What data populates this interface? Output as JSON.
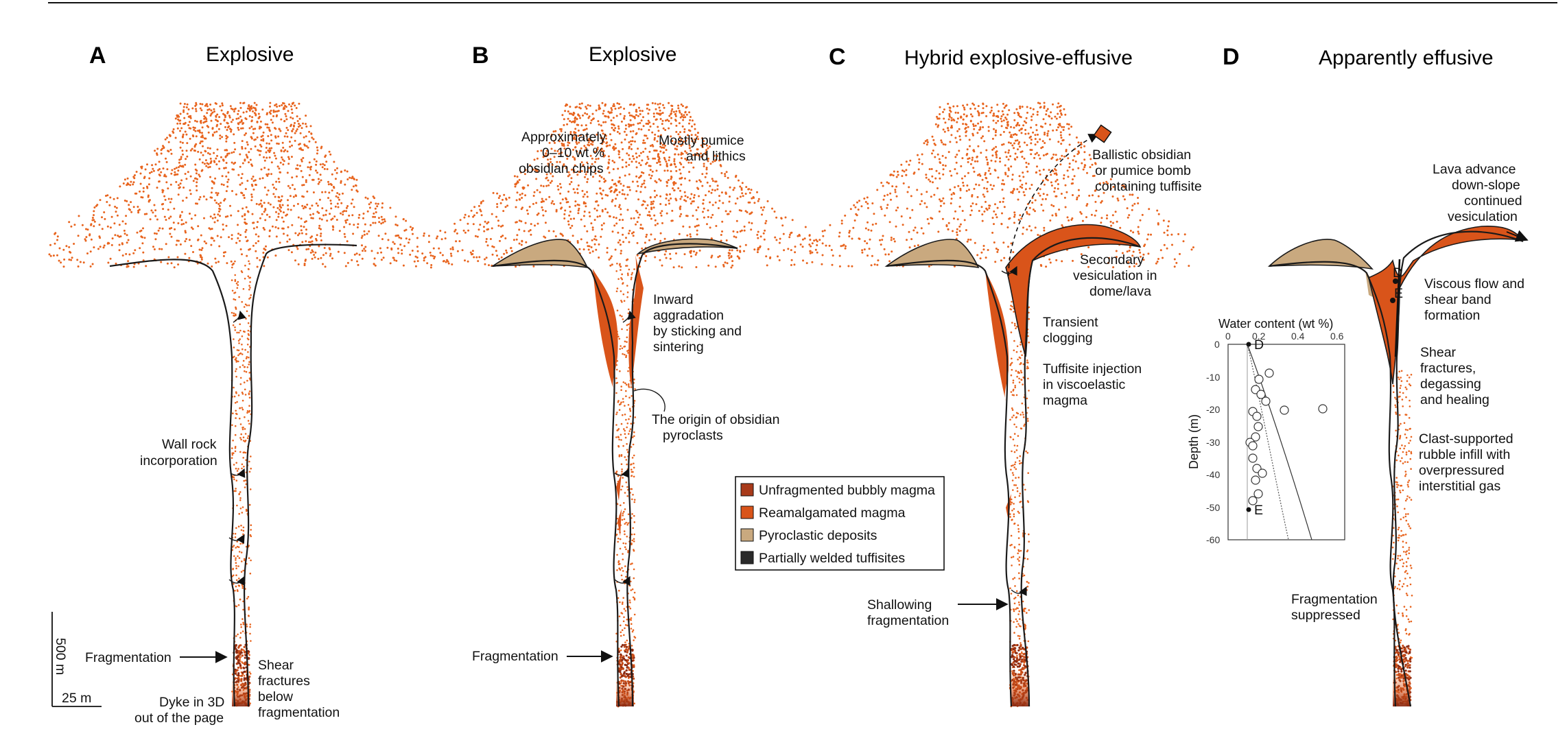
{
  "panels": [
    {
      "letter": "A",
      "title": "Explosive"
    },
    {
      "letter": "B",
      "title": "Explosive"
    },
    {
      "letter": "C",
      "title": "Hybrid explosive-effusive"
    },
    {
      "letter": "D",
      "title": "Apparently effusive"
    }
  ],
  "labels": {
    "a_wall1": "Wall rock",
    "a_wall2": "incorporation",
    "a_frag": "Fragmentation",
    "a_shear1": "Shear",
    "a_shear2": "fractures",
    "a_shear3": "below",
    "a_shear4": "fragmentation",
    "a_dyke1": "Dyke in 3D",
    "a_dyke2": "out of the page",
    "scale_v": "500 m",
    "scale_h": "25 m",
    "b_approx1": "Approximately",
    "b_approx2": "0–10 wt %",
    "b_approx3": "obsidian chips",
    "b_pumice1": "Mostly pumice",
    "b_pumice2": "and lithics",
    "b_inward1": "Inward",
    "b_inward2": "aggradation",
    "b_inward3": "by sticking and",
    "b_inward4": "sintering",
    "b_origin1": "The origin of obsidian",
    "b_origin2": "pyroclasts",
    "b_frag": "Fragmentation",
    "c_ball1": "Ballistic obsidian",
    "c_ball2": "or pumice bomb",
    "c_ball3": "containing tuffisite",
    "c_sec1": "Secondary",
    "c_sec2": "vesiculation in",
    "c_sec3": "dome/lava",
    "c_trans1": "Transient",
    "c_trans2": "clogging",
    "c_tuff1": "Tuffisite injection",
    "c_tuff2": "in viscoelastic",
    "c_tuff3": "magma",
    "c_shal1": "Shallowing",
    "c_shal2": "fragmentation",
    "d_lava1": "Lava advance",
    "d_lava2": "down-slope",
    "d_lava3": "continued",
    "d_lava4": "vesiculation",
    "d_visc1": "Viscous flow and",
    "d_visc2": "shear band",
    "d_visc3": "formation",
    "d_shear1": "Shear",
    "d_shear2": "fractures,",
    "d_shear3": "degassing",
    "d_shear4": "and healing",
    "d_clast1": "Clast-supported",
    "d_clast2": "rubble infill with",
    "d_clast3": "overpressured",
    "d_clast4": "interstitial gas",
    "d_frag1": "Fragmentation",
    "d_frag2": "suppressed",
    "d_D": "D",
    "d_E": "E"
  },
  "legend": [
    {
      "label": "Unfragmented bubbly magma",
      "color": "#a83a1a"
    },
    {
      "label": "Reamalgamated magma",
      "color": "#d9541a"
    },
    {
      "label": "Pyroclastic deposits",
      "color": "#c9a97f"
    },
    {
      "label": "Partially welded tuffisites",
      "color": "#2a2a2a"
    }
  ],
  "inset": {
    "x_title": "Water content (wt %)",
    "y_title": "Depth (m)",
    "x_ticks": [
      "0",
      "0.2",
      "0.4",
      "0.6"
    ],
    "y_ticks": [
      "0",
      "-10",
      "-20",
      "-30",
      "-40",
      "-50",
      "-60"
    ],
    "point_D_label": "D",
    "point_E_label": "E"
  },
  "colors": {
    "particle": "#e8641e",
    "bubbly": "#a83a1a",
    "reamalg": "#d9541a",
    "pyro": "#c9a97f",
    "tuff": "#2a2a2a"
  }
}
